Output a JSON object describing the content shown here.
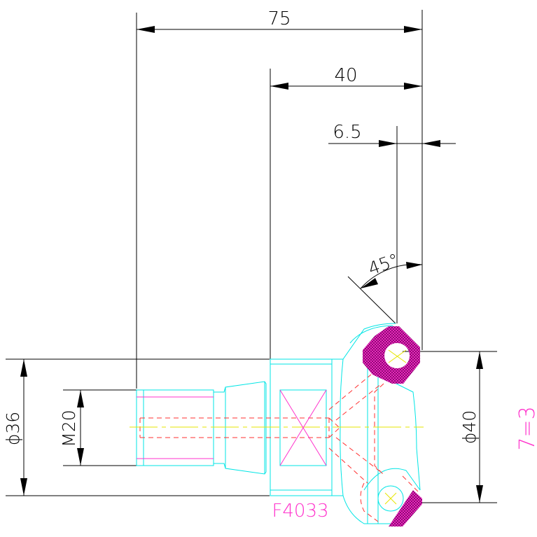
{
  "colors": {
    "dimension": "#000000",
    "outline": "#00e5e5",
    "hidden": "#ff3030",
    "center": "#e6e600",
    "accent": "#ff33cc",
    "background": "#ffffff"
  },
  "dimensions": {
    "overall_length": "75",
    "bend_length": "40",
    "offset": "6.5",
    "angle": "45°",
    "body_diameter": "ϕ36",
    "thread": "M20",
    "flange_diameter": "ϕ40"
  },
  "part_number": "F4033",
  "side_note": "7=3"
}
